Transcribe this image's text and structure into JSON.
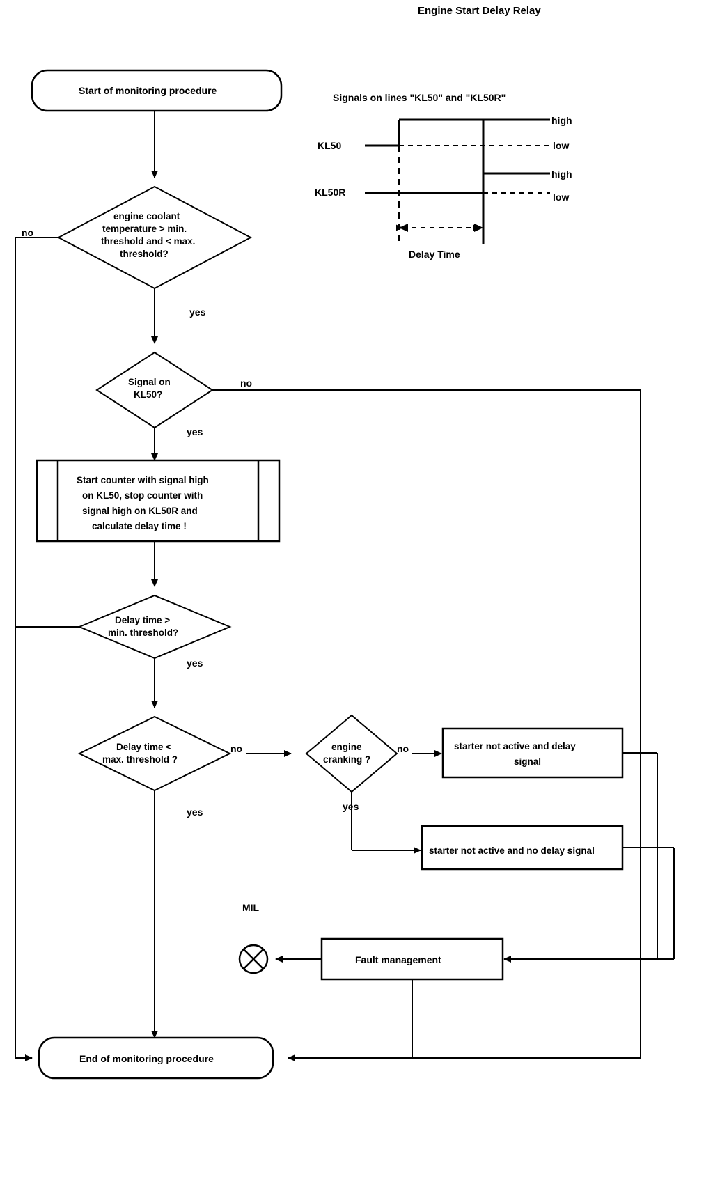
{
  "title": "Engine Start Delay Relay",
  "timing": {
    "caption": "Signals on lines \"KL50\" and \"KL50R\"",
    "signal1_label": "KL50",
    "signal2_label": "KL50R",
    "high1": "high",
    "low1": "low",
    "high2": "high",
    "low2": "low",
    "delay_label": "Delay Time"
  },
  "nodes": {
    "start": "Start of monitoring procedure",
    "d_coolant_l1": "engine coolant",
    "d_coolant_l2": "temperature > min.",
    "d_coolant_l3": "threshold and < max.",
    "d_coolant_l4": "threshold?",
    "d_kl50_l1": "Signal on",
    "d_kl50_l2": "KL50?",
    "proc_l1": "Start counter with signal high",
    "proc_l2": "on  KL50, stop counter with",
    "proc_l3": "signal high on  KL50R and",
    "proc_l4": "calculate delay time !",
    "d_delaymin_l1": "Delay time >",
    "d_delaymin_l2": "min. threshold?",
    "d_delaymax_l1": "Delay time <",
    "d_delaymax_l2": "max. threshold ?",
    "d_cranking_l1": "engine",
    "d_cranking_l2": "cranking ?",
    "box_delay_l1": "starter not active and delay",
    "box_delay_l2": "signal",
    "box_nodelay": "starter not active and no delay signal",
    "fault": "Fault management",
    "mil": "MIL",
    "end": "End of monitoring procedure"
  },
  "edge_labels": {
    "coolant_no": "no",
    "coolant_yes": "yes",
    "kl50_no": "no",
    "kl50_yes": "yes",
    "delaymin_yes": "yes",
    "delaymax_yes": "yes",
    "delaymax_no": "no",
    "cranking_no": "no",
    "cranking_yes": "yes"
  },
  "colors": {
    "stroke": "#000000",
    "fill": "#ffffff",
    "text": "#000000"
  }
}
